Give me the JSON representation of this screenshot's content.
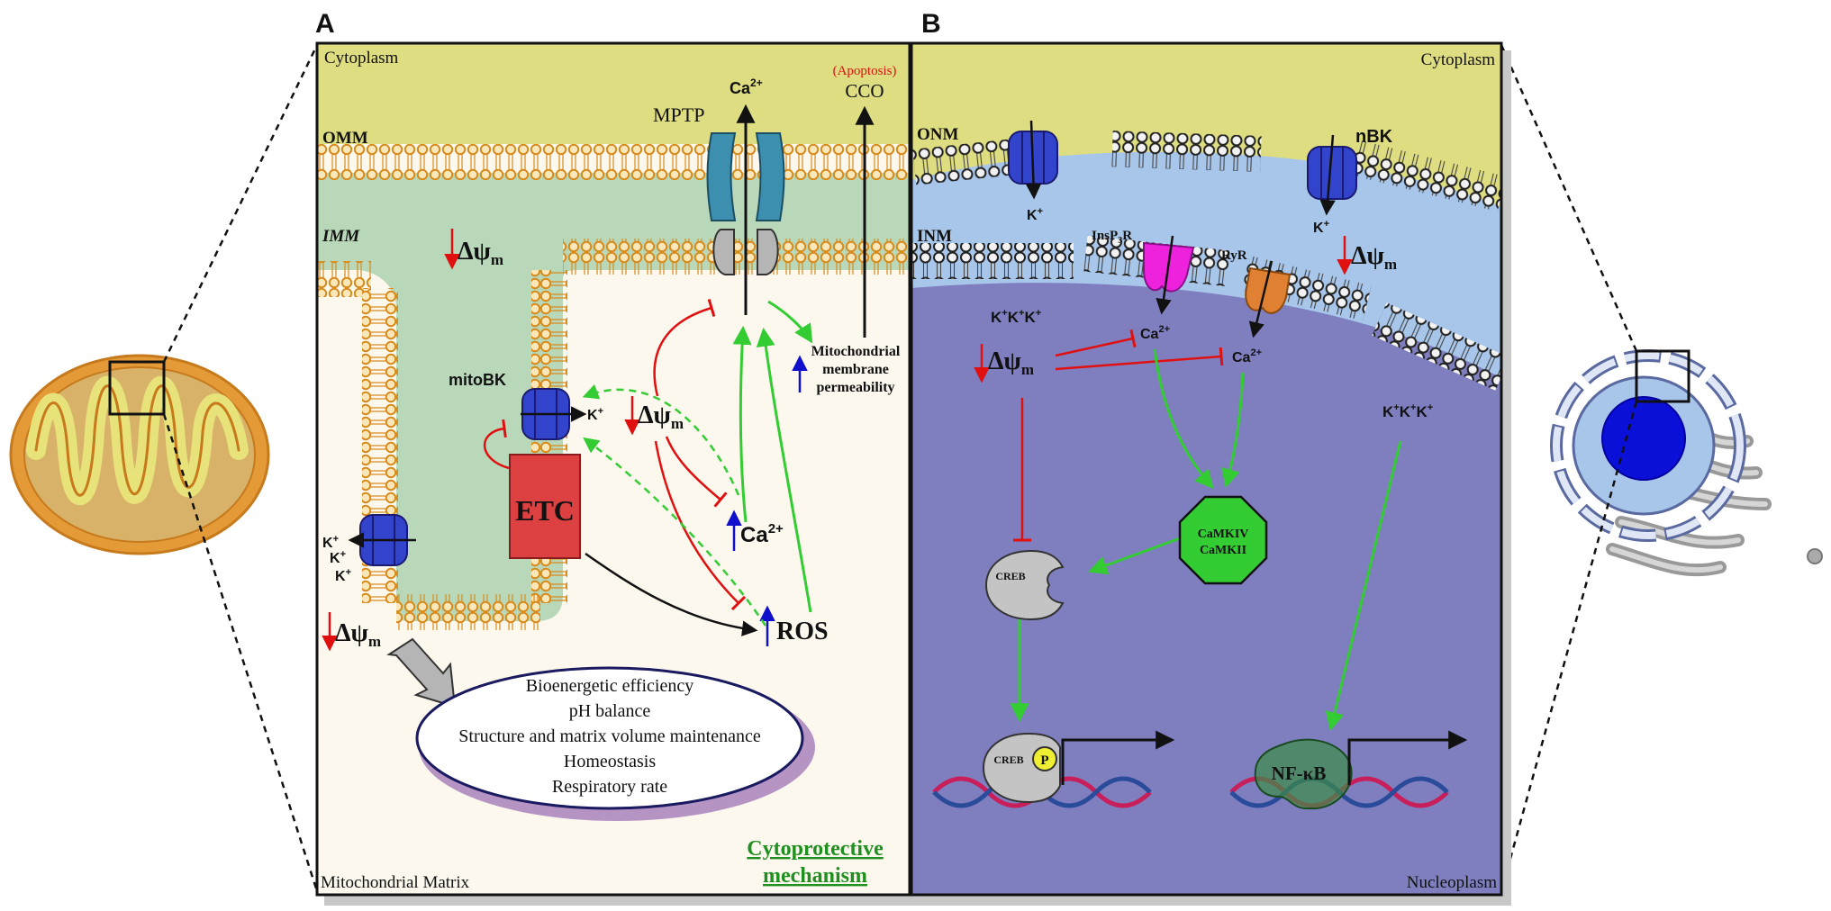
{
  "panel_a": {
    "letter": "A",
    "cytoplasm": "Cytoplasm",
    "omm": "OMM",
    "imm": "IMM",
    "matrix": "Mitochondrial Matrix",
    "delta_psi": "Δψ",
    "delta_sub": "m",
    "mitobk": "mitoBK",
    "k_plus": "K",
    "etc": "ETC",
    "mptp": "MPTP",
    "ca": "Ca",
    "sup2plus": "2+",
    "apoptosis": "(Apoptosis)",
    "cco": "CCO",
    "permeability": [
      "Mitochondrial",
      "membrane",
      "permeability"
    ],
    "ros": "ROS",
    "effects": [
      "Bioenergetic efficiency",
      "pH balance",
      "Structure and matrix volume maintenance",
      "Homeostasis",
      "Respiratory rate"
    ],
    "cytoprotective": [
      "Cytoprotective",
      "mechanism"
    ]
  },
  "panel_b": {
    "letter": "B",
    "cytoplasm": "Cytoplasm",
    "onm": "ONM",
    "inm": "INM",
    "nbk": "nBK",
    "insp3r_a": "InsP",
    "insp3r_sub": "3",
    "insp3r_b": "R",
    "ryr": "RyR",
    "kkk": "K",
    "camkiv": "CaMKIV",
    "camkii": "CaMKII",
    "creb": "CREB",
    "p": "P",
    "nfkb": "NF-κB",
    "nucleoplasm": "Nucleoplasm"
  },
  "colors": {
    "cytoplasm": "#dedd82",
    "ims": "#b9d8ba",
    "matrix": "#fcf8ee",
    "nucleus_space": "#a8c6ea",
    "nucleoplasm": "#7f7fc0",
    "inhibit": "#e01010",
    "activate": "#33cc33",
    "up_arrow": "#1010cc",
    "lipid_orange": "#d88a1a",
    "etc_red": "#dd4040",
    "bk_blue": "#3344cc"
  }
}
